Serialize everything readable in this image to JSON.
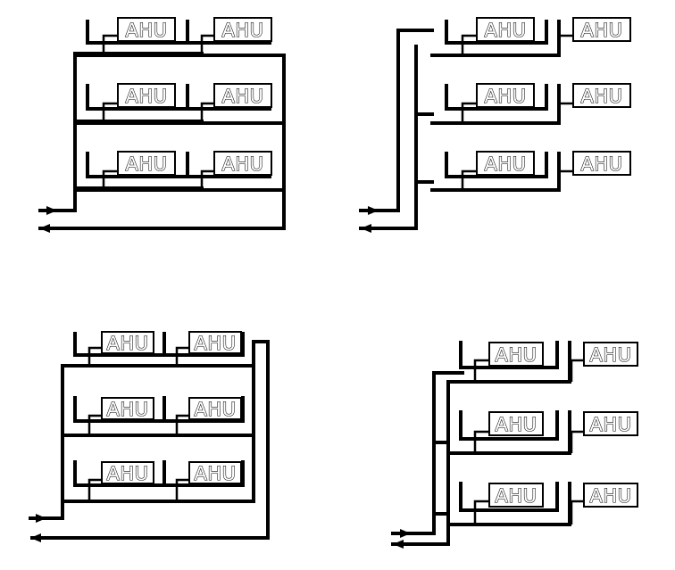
{
  "unit_label": "AHU",
  "diagrams": [
    {
      "name": "direct-return-riser",
      "floors": 3,
      "units_per_floor": 2
    },
    {
      "name": "reverse-return-riser",
      "floors": 3,
      "units_per_floor": 2
    },
    {
      "name": "direct-return-riser-alt",
      "floors": 3,
      "units_per_floor": 2
    },
    {
      "name": "reverse-return-riser-alt",
      "floors": 3,
      "units_per_floor": 2
    }
  ]
}
